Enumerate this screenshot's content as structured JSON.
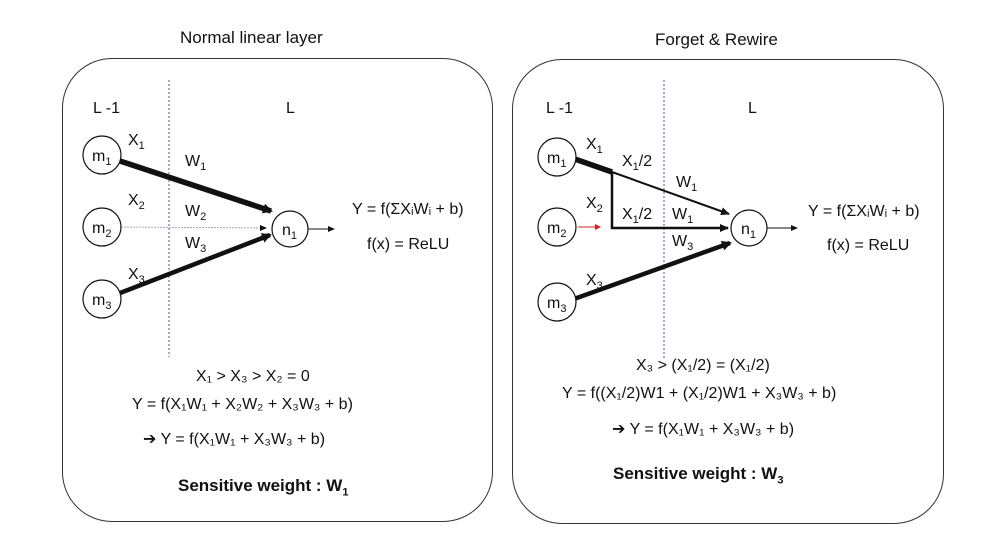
{
  "left": {
    "title": "Normal linear layer",
    "layer_prev": "L -1",
    "layer_cur": "L",
    "nodes": {
      "m1": "1",
      "m2": "2",
      "m3": "3",
      "n1": "1"
    },
    "output_eq": "Y = f(ΣXᵢWᵢ + b)",
    "activation": "f(x) = ReLU",
    "cond": "X₁ > X₃ > X₂ = 0",
    "y_full": "Y =  f(X₁W₁ + X₂W₂ + X₃W₃ + b)",
    "y_simpl": "Y =  f(X₁W₁ + X₃W₃ + b)",
    "sensitive_label": "Sensitive weight : W",
    "sensitive_sub": "1"
  },
  "right": {
    "title": "Forget & Rewire",
    "layer_prev": "L -1",
    "layer_cur": "L",
    "nodes": {
      "m1": "1",
      "m2": "2",
      "m3": "3",
      "n1": "1"
    },
    "half_label": "/2",
    "output_eq": "Y = f(ΣXᵢWᵢ + b)",
    "activation": "f(x) = ReLU",
    "cond": "X₃ > (X₁/2) = (X₁/2)",
    "y_full": "Y =  f((X₁/2)W1 + (X₁/2)W1 + X₃W₃ + b)",
    "y_simpl": "Y =  f(X₁W₁ + X₃W₃ + b)",
    "sensitive_label": "Sensitive weight : W",
    "sensitive_sub": "3"
  },
  "colors": {
    "stroke": "#111111",
    "divider": "#3b5fb0",
    "red_arrow": "#d62020",
    "thin_edge": "#888888"
  },
  "icons": {
    "implies": "right-arrow-icon"
  }
}
